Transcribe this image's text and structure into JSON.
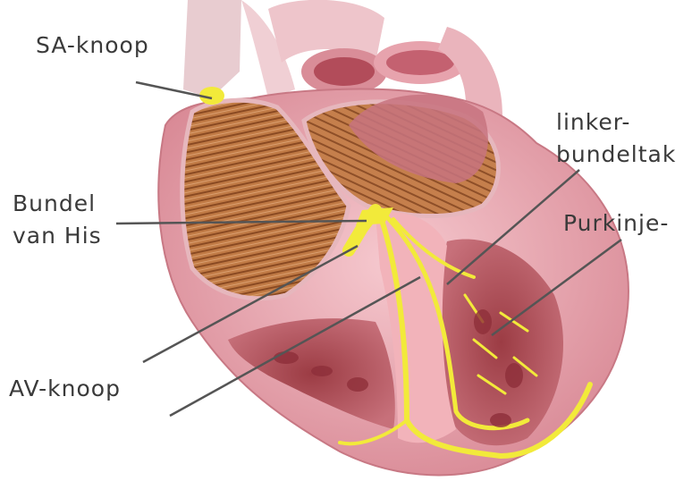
{
  "labels": {
    "sa_node": "SA-knoop",
    "bundle_his_line1": "Bundel",
    "bundle_his_line2": "van His",
    "av_node": "AV-knoop",
    "left_bundle_line1": "linker-",
    "left_bundle_line2": "bundeltak",
    "purkinje": "Purkinje-"
  },
  "colors": {
    "conduction": "#f2ea3a",
    "muscle": "#e8a0a8",
    "atrium_fiber": "#b5703a",
    "vessel": "#e9b4bf",
    "leader": "#555555"
  }
}
